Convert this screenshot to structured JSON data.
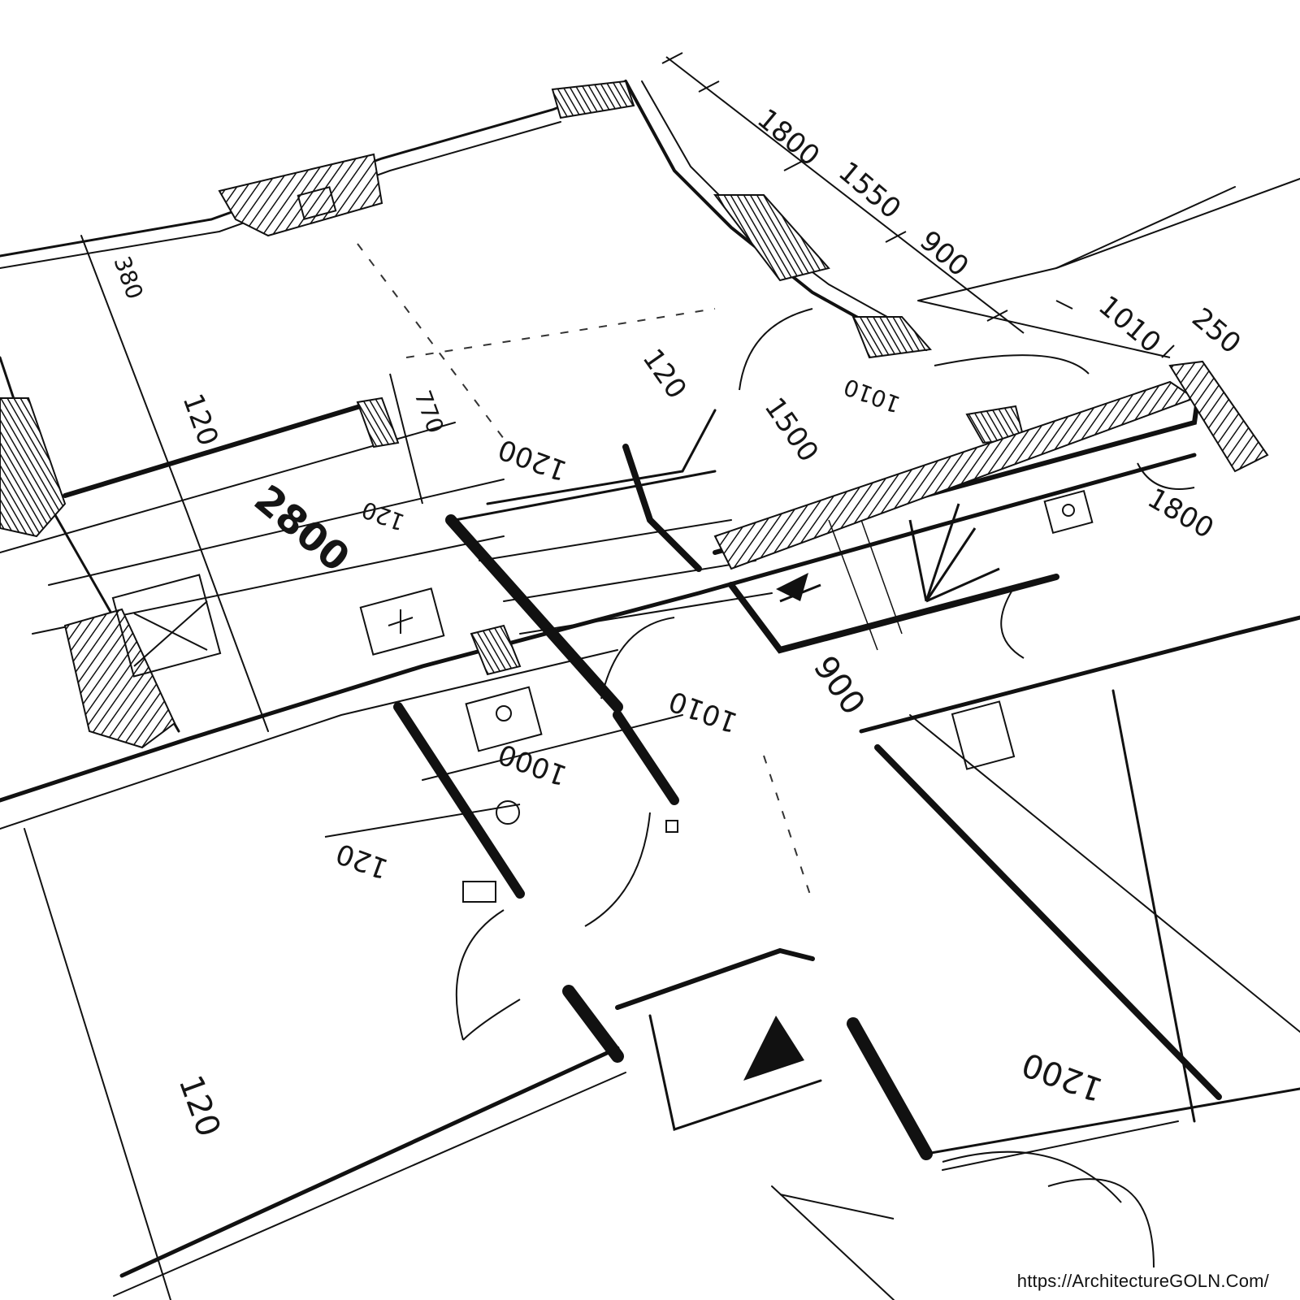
{
  "drawing": {
    "ink_color": "#111111",
    "paper_color": "#ffffff",
    "dimensions": [
      {
        "id": "dim-1800-top",
        "text": "1800"
      },
      {
        "id": "dim-1550",
        "text": "1550"
      },
      {
        "id": "dim-900-top",
        "text": "900"
      },
      {
        "id": "dim-1010-right",
        "text": "1010"
      },
      {
        "id": "dim-250",
        "text": "250"
      },
      {
        "id": "dim-380",
        "text": "380"
      },
      {
        "id": "dim-120-left",
        "text": "120"
      },
      {
        "id": "dim-770",
        "text": "770"
      },
      {
        "id": "dim-120-mid",
        "text": "120"
      },
      {
        "id": "dim-1200-mid",
        "text": "1200"
      },
      {
        "id": "dim-120-small",
        "text": "120"
      },
      {
        "id": "dim-2800",
        "text": "2800"
      },
      {
        "id": "dim-1010-mid",
        "text": "1010"
      },
      {
        "id": "dim-1500",
        "text": "1500"
      },
      {
        "id": "dim-1800-right",
        "text": "1800"
      },
      {
        "id": "dim-900-center",
        "text": "900"
      },
      {
        "id": "dim-1010-lower",
        "text": "1010"
      },
      {
        "id": "dim-1000",
        "text": "1000"
      },
      {
        "id": "dim-120-lower",
        "text": "120"
      },
      {
        "id": "dim-120-bottom-left",
        "text": "120"
      },
      {
        "id": "dim-1200-bottom",
        "text": "1200"
      }
    ]
  },
  "watermark": {
    "text": "https://ArchitectureGOLN.Com/"
  }
}
